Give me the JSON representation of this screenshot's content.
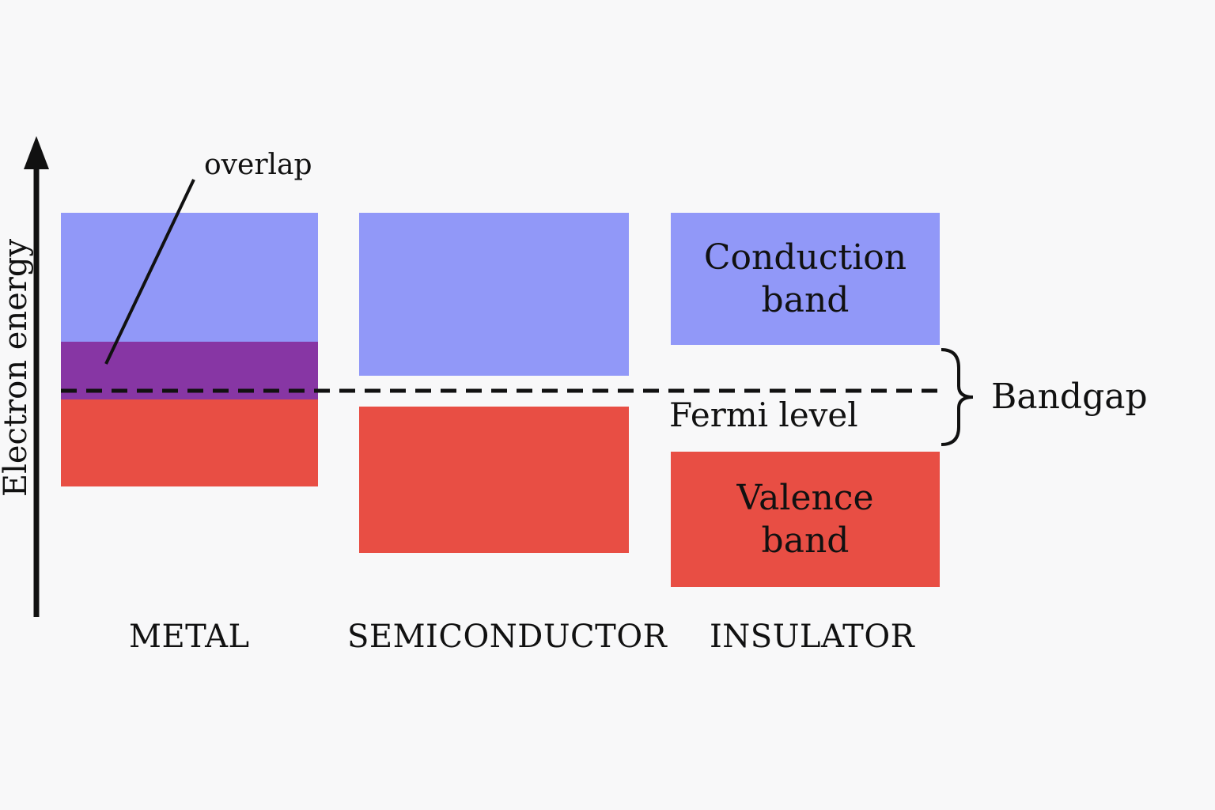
{
  "axis": {
    "label": "Electron energy",
    "arrow_icon": "arrow-up-icon"
  },
  "colors": {
    "conduction": "#9198f8",
    "valence": "#e84e44",
    "overlap": "#8736a4",
    "background": "#f8f8f9",
    "ink": "#111111"
  },
  "materials": [
    {
      "name": "METAL",
      "conduction": {
        "label": ""
      },
      "overlap": {
        "present": true
      },
      "valence": {
        "label": ""
      }
    },
    {
      "name": "SEMICONDUCTOR",
      "conduction": {
        "label": ""
      },
      "overlap": {
        "present": false
      },
      "valence": {
        "label": ""
      }
    },
    {
      "name": "INSULATOR",
      "conduction": {
        "label": "Conduction band"
      },
      "overlap": {
        "present": false
      },
      "valence": {
        "label": "Valence band"
      }
    }
  ],
  "annotations": {
    "overlap": "overlap",
    "fermi_level": "Fermi level",
    "bandgap": "Bandgap"
  },
  "labels": {
    "metal": "METAL",
    "semiconductor": "SEMICONDUCTOR",
    "insulator": "INSULATOR",
    "insulator_conduction_line1": "Conduction",
    "insulator_conduction_line2": "band",
    "insulator_valence_line1": "Valence",
    "insulator_valence_line2": "band"
  }
}
